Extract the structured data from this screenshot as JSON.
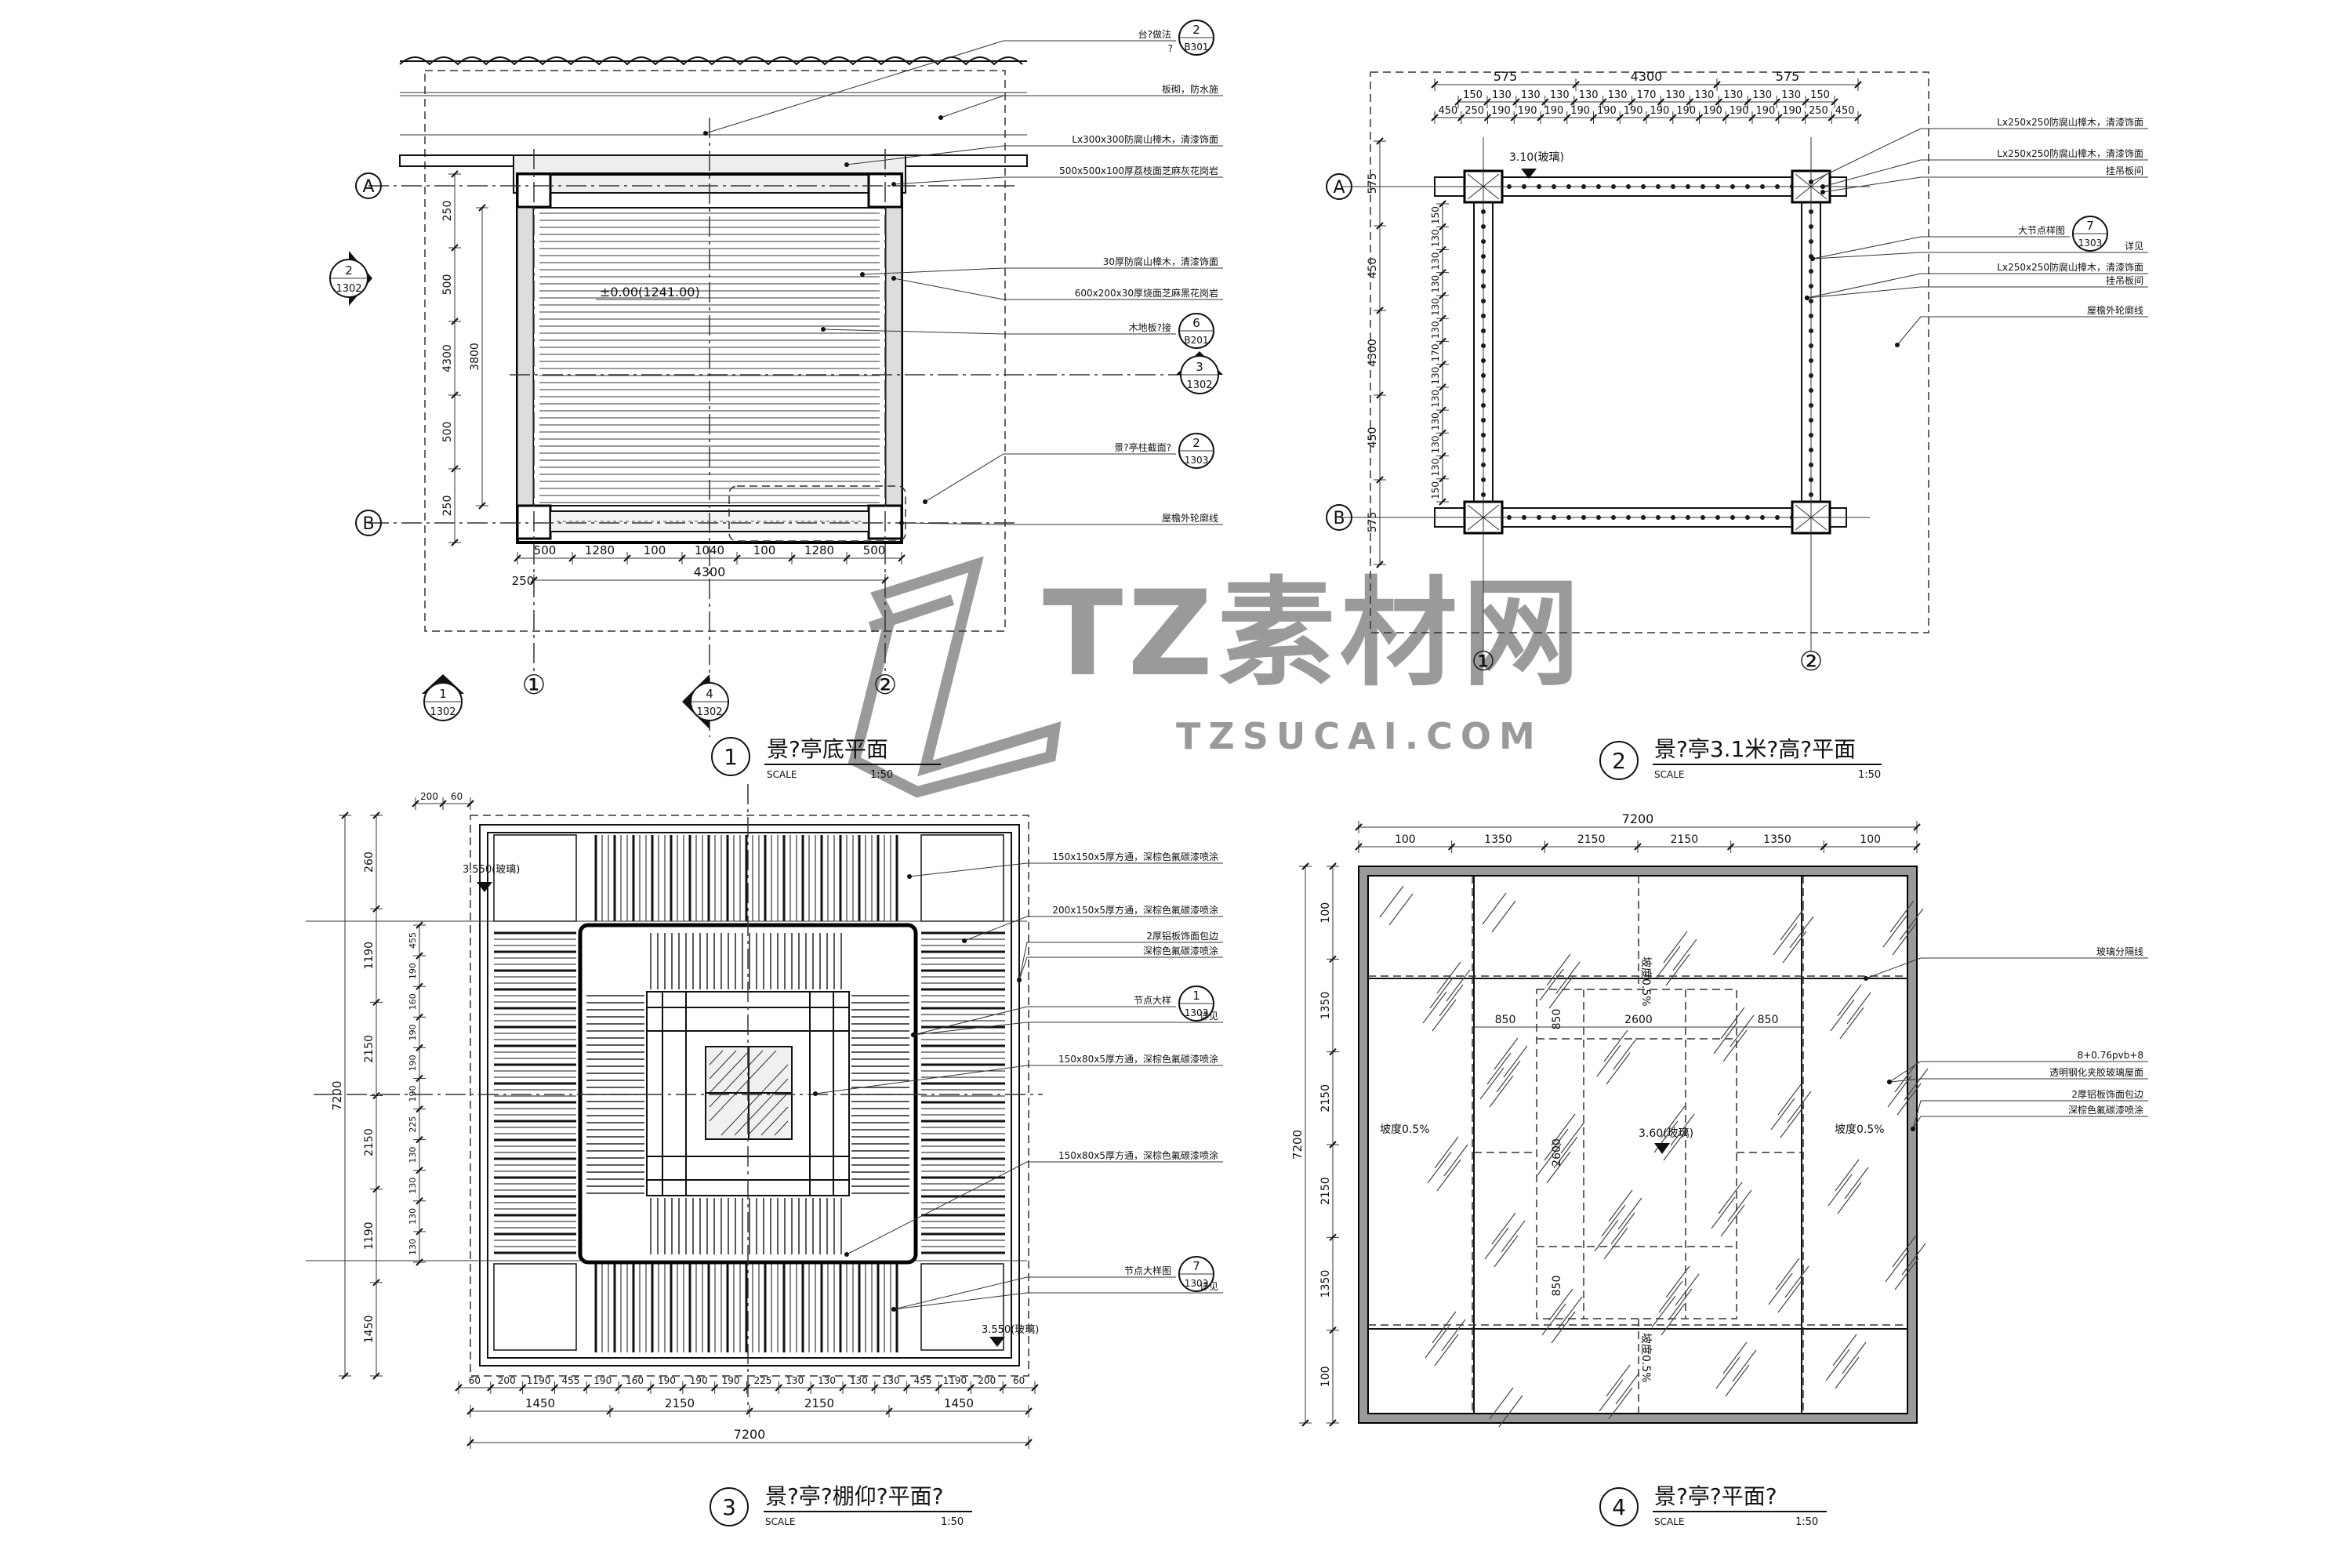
{
  "watermark": {
    "logo_text": "TZ素材网",
    "url_text": "TZSUCAI.COM"
  },
  "plan1": {
    "title_num": "1",
    "title": "景?亭底平面",
    "scale_label": "SCALE",
    "scale": "1:50",
    "elevation": "±0.00(1241.00)",
    "axis_a": "A",
    "axis_b": "B",
    "axis_1": "①",
    "axis_2": "②",
    "refs": [
      {
        "num": "2",
        "sheet": "1302"
      },
      {
        "num": "3",
        "sheet": "1302"
      },
      {
        "num": "1",
        "sheet": "1302"
      },
      {
        "num": "4",
        "sheet": "1302"
      }
    ],
    "callouts": [
      {
        "text": "台?做法",
        "num": "2",
        "sub": "?",
        "sheet": "B301"
      },
      {
        "text": "板砌，防水施"
      },
      {
        "text": "Lx300x300防腐山樟木，清漆饰面"
      },
      {
        "text": "500x500x100厚荔枝面芝麻灰花岗岩"
      },
      {
        "text": "30厚防腐山樟木，清漆饰面"
      },
      {
        "text": "600x200x30厚烧面芝麻黑花岗岩"
      },
      {
        "text": "木地板?接",
        "num": "6",
        "sheet": "B201"
      },
      {
        "text": "景?亭柱截面?",
        "num": "2",
        "sheet": "1303"
      },
      {
        "text": "屋檐外轮廓线"
      }
    ],
    "dims_bottom": [
      "500",
      "1280",
      "100",
      "1040",
      "100",
      "1280",
      "500"
    ],
    "dim_total": "4300",
    "dim_250": "250",
    "dims_left": [
      "250",
      "500",
      "4300",
      "3800",
      "500",
      "250"
    ]
  },
  "plan2": {
    "title_num": "2",
    "title": "景?亭3.1米?高?平面",
    "scale_label": "SCALE",
    "scale": "1:50",
    "elevation": "3.10(玻璃)",
    "axis_a": "A",
    "axis_b": "B",
    "axis_1": "①",
    "axis_2": "②",
    "dims_top1": [
      "575",
      "4300",
      "575"
    ],
    "dims_top2": [
      "150",
      "130",
      "130",
      "130",
      "130",
      "130",
      "170",
      "130",
      "130",
      "130",
      "130",
      "130",
      "150"
    ],
    "dims_top3": [
      "450",
      "250",
      "190",
      "190",
      "190",
      "190",
      "190",
      "190",
      "190",
      "190",
      "190",
      "190",
      "190",
      "190",
      "250",
      "450"
    ],
    "dims_left": [
      "575",
      "450",
      "4300",
      "450",
      "575"
    ],
    "callouts": [
      {
        "text": "Lx250x250防腐山樟木，清漆饰面"
      },
      {
        "text": "Lx250x250防腐山樟木，清漆饰面"
      },
      {
        "text": "挂吊板间"
      },
      {
        "text": "大节点样图",
        "num": "7",
        "sheet": "1303"
      },
      {
        "text": "详见"
      },
      {
        "text": "Lx250x250防腐山樟木，清漆饰面"
      },
      {
        "text": "挂吊板间"
      },
      {
        "text": "屋檐外轮廓线"
      }
    ]
  },
  "plan3": {
    "title_num": "3",
    "title": "景?亭?棚仰?平面?",
    "scale_label": "SCALE",
    "scale": "1:50",
    "elev1": "3.550(玻璃)",
    "elev2": "3.550(玻璃)",
    "callouts": [
      {
        "text": "150x150x5厚方通，深棕色氟碳漆喷涂"
      },
      {
        "text": "200x150x5厚方通，深棕色氟碳漆喷涂"
      },
      {
        "text": "2厚铝板饰面包边"
      },
      {
        "text": "深棕色氟碳漆喷涂"
      },
      {
        "text": "节点大样",
        "num": "1",
        "sheet": "1303"
      },
      {
        "text": "详见"
      },
      {
        "text": "150x80x5厚方通，深棕色氟碳漆喷涂"
      },
      {
        "text": "150x80x5厚方通，深棕色氟碳漆喷涂"
      },
      {
        "text": "节点大样图",
        "num": "7",
        "sheet": "1303"
      },
      {
        "text": "详见"
      }
    ],
    "dims_left": [
      "260",
      "1190",
      "2150",
      "2150",
      "1190",
      "1450",
      "7200"
    ],
    "dims_bottom1": [
      "60",
      "200",
      "1190",
      "455",
      "190",
      "160",
      "190",
      "190",
      "190",
      "225",
      "130",
      "130",
      "130",
      "130",
      "455",
      "1190",
      "200",
      "60"
    ],
    "dims_bottom2": [
      "1450",
      "2150",
      "2150",
      "1450"
    ],
    "dim_total": "7200",
    "dims_top": [
      "200",
      "60"
    ]
  },
  "plan4": {
    "title_num": "4",
    "title": "景?亭?平面?",
    "scale_label": "SCALE",
    "scale": "1:50",
    "elevation": "3.60(玻璃)",
    "dim_total": "7200",
    "dims_top": [
      "100",
      "1350",
      "2150",
      "2150",
      "1350",
      "100"
    ],
    "dims_left": [
      "100",
      "1350",
      "2150",
      "7200",
      "2150",
      "1350",
      "100"
    ],
    "inner_dims": [
      "850",
      "850",
      "2600",
      "850",
      "2600",
      "850"
    ],
    "slope1": "坡度0.5%",
    "slope2": "坡度0.5%",
    "slope3": "坡度0.5%",
    "slope4": "坡度0.5%",
    "callouts": [
      {
        "text": "玻璃分隔线"
      },
      {
        "text": "8+0.76pvb+8"
      },
      {
        "text": "透明钢化夹胶玻璃屋面"
      },
      {
        "text": "2厚铝板饰面包边"
      },
      {
        "text": "深棕色氟碳漆喷涂"
      }
    ]
  }
}
